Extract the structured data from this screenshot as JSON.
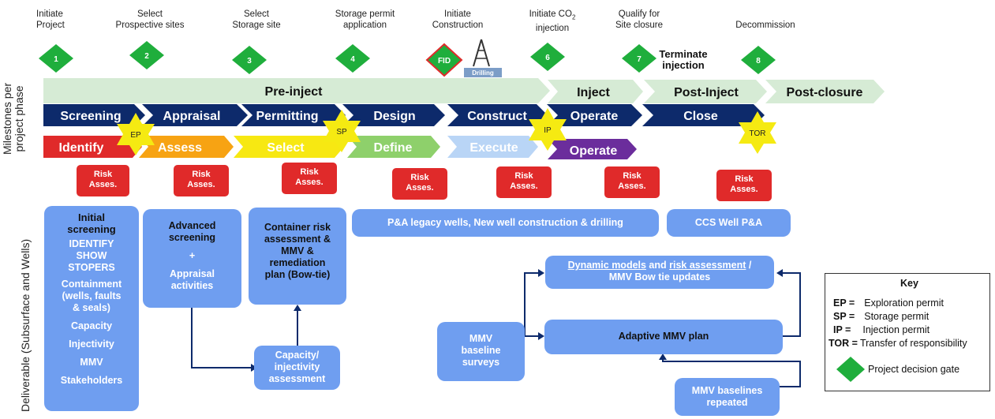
{
  "milestones": [
    {
      "label": "Initiate\nProject",
      "gate": "1"
    },
    {
      "label": "Select\nProspective sites",
      "gate": "2"
    },
    {
      "label": "Select\nStorage site",
      "gate": "3"
    },
    {
      "label": "Storage permit\napplication",
      "gate": "4"
    },
    {
      "label": "Initiate\nConstruction",
      "gate": "FID"
    },
    {
      "label": "Initiate CO₂\ninjection",
      "gate": "6"
    },
    {
      "label": "Qualify for\nSite closure",
      "gate": "7"
    },
    {
      "label": "Decommission",
      "gate": "8"
    }
  ],
  "terminate_injection": "Terminate\ninjection",
  "drilling_label": "Drilling",
  "side_labels": {
    "milestones": "Milestones per\nproject phase",
    "deliverable": "Deliverable (Subsurface and Wells)"
  },
  "phases": [
    "Pre-inject",
    "Inject",
    "Post-Inject",
    "Post-closure"
  ],
  "stages": [
    "Screening",
    "Appraisal",
    "Permitting",
    "Design",
    "Construct",
    "Operate",
    "Close"
  ],
  "lifecycle": [
    "Identify",
    "Assess",
    "Select",
    "Define",
    "Execute",
    "Operate"
  ],
  "permits": [
    "EP",
    "SP",
    "IP",
    "TOR"
  ],
  "risk_label": "Risk\nAsses.",
  "deliverables": {
    "initial": [
      "Initial\nscreening",
      "IDENTIFY\nSHOW\nSTOPERS",
      "Containment\n(wells, faults\n& seals)",
      "Capacity",
      "Injectivity",
      "MMV",
      "Stakeholders"
    ],
    "advanced": [
      "Advanced\nscreening",
      "+",
      "Appraisal\nactivities"
    ],
    "container": "Container risk\nassessment &\nMMV &\nremediation\nplan (Bow-tie)",
    "capacity": "Capacity/\ninjectivity\nassessment",
    "wells": "P&A legacy wells, New well construction & drilling",
    "ccs": "CCS Well P&A",
    "dynamic_a": "Dynamic models",
    "dynamic_b": " and ",
    "dynamic_c": "risk assessment",
    "dynamic_d": " /\nMMV Bow tie updates",
    "mmv_baseline": "MMV\nbaseline\nsurveys",
    "adaptive": "Adaptive MMV plan",
    "repeated": "MMV baselines\nrepeated"
  },
  "key": {
    "title": "Key",
    "rows": [
      {
        "abbr": "EP =",
        "text": "Exploration permit"
      },
      {
        "abbr": "SP =",
        "text": "Storage permit"
      },
      {
        "abbr": "IP =",
        "text": "Injection permit"
      },
      {
        "abbr": "TOR =",
        "text": "Transfer of responsibility"
      }
    ],
    "gate": "Project decision gate"
  },
  "colors": {
    "gate": "#1fae3c",
    "stage": "#0d2a6b",
    "phase": "#d6ebd5",
    "box": "#6f9ef0",
    "risk": "#e02a2a",
    "star": "#f5ea12"
  }
}
